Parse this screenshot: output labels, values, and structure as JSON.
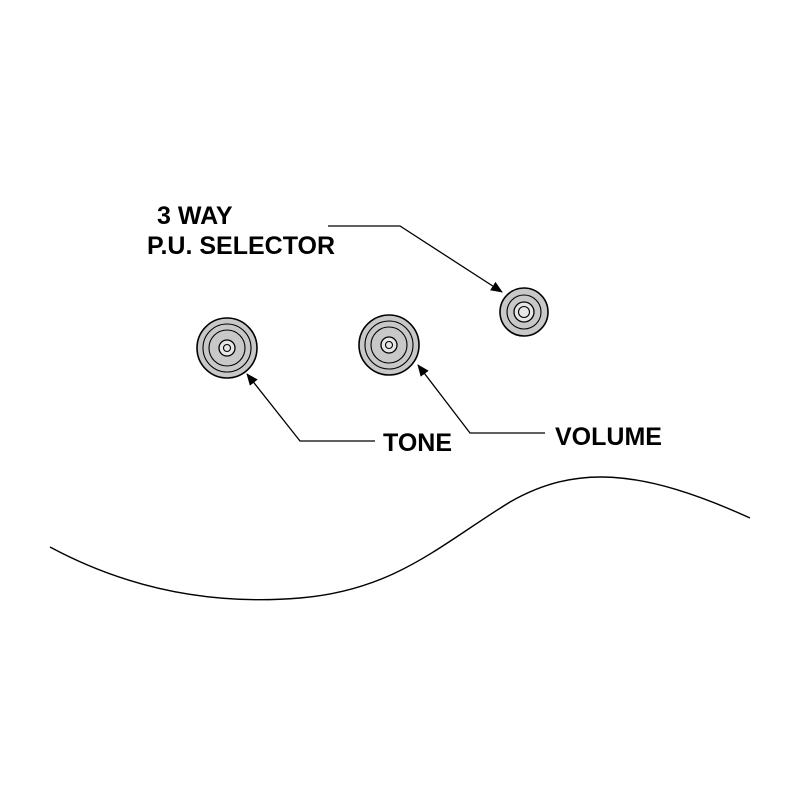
{
  "labels": {
    "selector_line1": "3 WAY",
    "selector_line2": "P.U. SELECTOR",
    "tone": "TONE",
    "volume": "VOLUME"
  },
  "colors": {
    "knob_fill": "#c8c8c8",
    "knob_center": "#e6e6e6",
    "line": "#000000",
    "background": "#ffffff"
  }
}
